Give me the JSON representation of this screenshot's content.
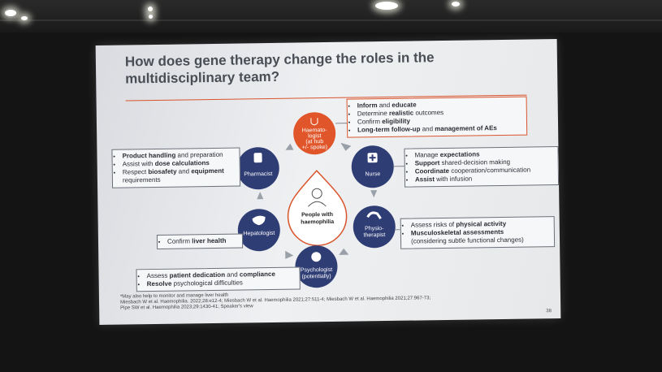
{
  "title": "How does gene therapy change the roles in the multidisciplinary team?",
  "center": {
    "line1": "People with",
    "line2": "haemophilia"
  },
  "nodes": {
    "haematologist": [
      "Haemato-",
      "logist",
      "(at hub",
      "+/- spoke)"
    ],
    "nurse": [
      "Nurse"
    ],
    "physio": [
      "Physio-",
      "therapist"
    ],
    "psychologist": [
      "Psychologist",
      "(potentially)"
    ],
    "hepatologist": [
      "Hepatologist"
    ],
    "pharmacist": [
      "Pharmacist"
    ]
  },
  "boxes": {
    "haematologist": [
      {
        "b": "Inform",
        "t": " and ",
        "b2": "educate"
      },
      {
        "t": "Determine ",
        "b": "realistic",
        "t2": " outcomes"
      },
      {
        "t": "Confirm ",
        "b": "eligibility"
      },
      {
        "b": "Long-term follow-up",
        "t": " and ",
        "b2": "management of AEs"
      }
    ],
    "nurse": [
      {
        "t": "Manage ",
        "b": "expectations"
      },
      {
        "b": "Support",
        "t": " shared-decision making"
      },
      {
        "b": "Coordinate",
        "t": " cooperation/communication"
      },
      {
        "b": "Assist",
        "t": " with infusion"
      }
    ],
    "physio": [
      {
        "t": "Assess risks of ",
        "b": "physical activity"
      },
      {
        "b": "Musculoskeletal assessments"
      },
      {
        "t": "(considering subtle functional changes)",
        "nobullet": true
      }
    ],
    "psychologist": [
      {
        "t": "Assess ",
        "b": "patient dedication",
        "t2": " and ",
        "b2": "compliance"
      },
      {
        "b": "Resolve",
        "t": " psychological difficulties"
      }
    ],
    "hepatologist": [
      {
        "t": "Confirm ",
        "b": "liver health"
      }
    ],
    "pharmacist": [
      {
        "b": "Product handling",
        "t": " and preparation"
      },
      {
        "t": "Assist with ",
        "b": "dose calculations"
      },
      {
        "t": "Respect ",
        "b": "biosafety",
        "t2": " and ",
        "b2": "equipment"
      },
      {
        "t": "requirements",
        "nobullet": true
      }
    ]
  },
  "footnote": [
    "*May also help to monitor and manage liver health",
    "Miesbach W et al. Haemophilia. 2022;28:e12-4; Miesbach W et al. Haemophilia 2021;27:511-4; Miesbach W et al. Haemophilia 2021;27:967-73;",
    "Pipe SW et al. Haemophilia 2023;29:1430-41; Speaker's view"
  ],
  "page_number": "38",
  "colors": {
    "haematologist": "#e0562a",
    "node": "#2f3d75",
    "accent": "#d9542c",
    "arrow": "#9aa0a8"
  }
}
